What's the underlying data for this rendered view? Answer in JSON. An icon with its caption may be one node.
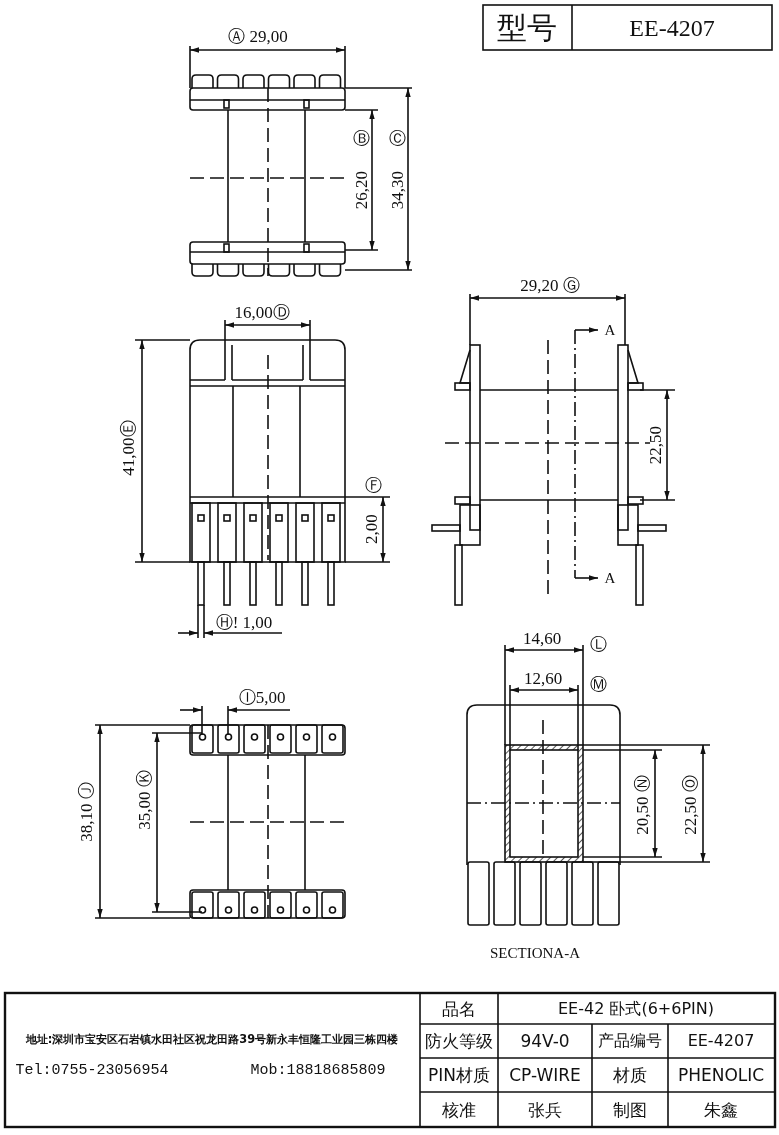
{
  "diagram": {
    "labels": [
      "型号",
      "EE-4207",
      "Ⓐ 29,00",
      "Ⓑ",
      "Ⓒ",
      "26,20",
      "34,30",
      "16,00Ⓓ",
      "29,20 Ⓖ",
      "A",
      "41,00Ⓔ",
      "22,50",
      "Ⓕ",
      "2,00",
      "A",
      "Ⓗ! 1,00",
      "14,60",
      "Ⓛ",
      "12,60",
      "Ⓜ",
      "Ⓘ5,00",
      "38,10 Ⓙ",
      "35,00 Ⓚ",
      "20,50 Ⓝ",
      "22,50 Ⓞ",
      "SECTIONA-A",
      "品名",
      "EE-42 卧式(6+6PIN)",
      "地址:深圳市宝安区石岩镇水田社区祝龙田路39号新永丰恒隆工业园三栋四楼",
      "防火等级",
      "94V-0",
      "产品编号",
      "EE-4207",
      "Tel:0755-23056954",
      "Mob:18818685809",
      "PIN材质",
      "CP-WIRE",
      "材质",
      "PHENOLIC",
      "核准",
      "张兵",
      "制图",
      "朱鑫"
    ]
  }
}
